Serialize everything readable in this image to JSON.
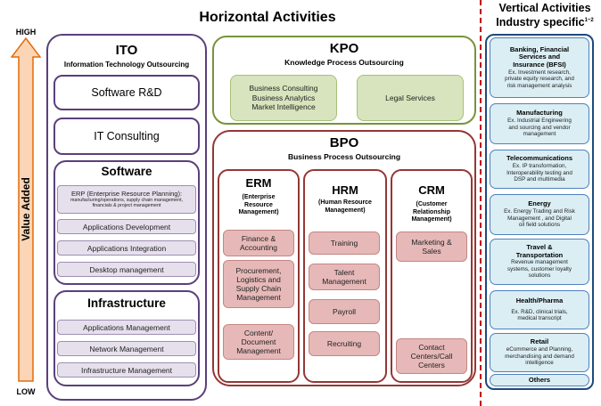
{
  "headers": {
    "horizontal": "Horizontal Activities",
    "vertical_line1": "Vertical Activities",
    "vertical_line2": "Industry specific",
    "vertical_sup": "1~2"
  },
  "axis": {
    "high": "HIGH",
    "low": "LOW",
    "label": "Value Added"
  },
  "ito": {
    "title": "ITO",
    "subtitle": "Information Technology Outsourcing",
    "software_rd": "Software R&D",
    "it_consulting": "IT Consulting",
    "software": {
      "title": "Software",
      "erp_line1": "ERP (Enterprise Resource Planning):",
      "erp_line2": "manufacturing/operations, supply chain management,",
      "erp_line3": "financials & project management",
      "items": [
        "Applications Development",
        "Applications Integration",
        "Desktop management"
      ]
    },
    "infrastructure": {
      "title": "Infrastructure",
      "items": [
        "Applications Management",
        "Network Management",
        "Infrastructure Management"
      ]
    }
  },
  "kpo": {
    "title": "KPO",
    "subtitle": "Knowledge Process Outsourcing",
    "box1": [
      "Business Consulting",
      "Business Analytics",
      "Market Intelligence"
    ],
    "box2": "Legal Services"
  },
  "bpo": {
    "title": "BPO",
    "subtitle": "Business Process Outsourcing",
    "erm": {
      "title": "ERM",
      "subtitle": [
        "(Enterprise",
        "Resource",
        "Management)"
      ],
      "items": [
        [
          "Finance &",
          "Accounting"
        ],
        [
          "Procurement,",
          "Logistics and",
          "Supply Chain",
          "Management"
        ],
        [
          "Content/",
          "Document",
          "Management"
        ]
      ]
    },
    "hrm": {
      "title": "HRM",
      "subtitle": [
        "(Human Resource",
        "Management)"
      ],
      "items": [
        "Training",
        [
          "Talent",
          "Management"
        ],
        "Payroll",
        "Recruiting"
      ]
    },
    "crm": {
      "title": "CRM",
      "subtitle": [
        "(Customer",
        "Relationship",
        "Management)"
      ],
      "items": [
        [
          "Marketing &",
          "Sales"
        ],
        [
          "Contact",
          "Centers/Call",
          "Centers"
        ]
      ]
    }
  },
  "verticals": [
    {
      "title": [
        "Banking, Financial",
        "Services and",
        "Insurance (BFSI)"
      ],
      "desc": [
        "Ex. Investment research,",
        "private equity research, and",
        "risk management analysis"
      ]
    },
    {
      "title": [
        "Manufacturing"
      ],
      "desc": [
        "Ex. Industrial Engineering",
        "and sourcing and vendor",
        "management"
      ]
    },
    {
      "title": [
        "Telecommunications"
      ],
      "desc": [
        "Ex. IP transformation,",
        "Interoperability testing and",
        "DSP and multimedia"
      ]
    },
    {
      "title": [
        "Energy"
      ],
      "desc": [
        "Ex. Energy Trading and Risk",
        "Management , and Digital",
        "oil field solutions"
      ]
    },
    {
      "title": [
        "Travel &",
        "Transportation"
      ],
      "desc": [
        "Revenue management",
        "systems, customer loyalty",
        "solutions"
      ]
    },
    {
      "title": [
        "Health/Pharma"
      ],
      "desc": [
        "Ex. R&D, clinical trials,",
        "medical transcript"
      ]
    },
    {
      "title": [
        "Retail"
      ],
      "desc": [
        "eCommerce and Planning,",
        "merchandising and demand",
        "intelligence"
      ]
    },
    {
      "title": [
        "Others"
      ],
      "desc": []
    }
  ],
  "colors": {
    "ito_border": "#5b3f7d",
    "kpo_border": "#77933c",
    "bpo_border": "#953735",
    "vertical_border": "#1f497d",
    "divider": "#c00000",
    "arrow_fill": "#fbd5b5",
    "arrow_stroke": "#e46c0a"
  }
}
